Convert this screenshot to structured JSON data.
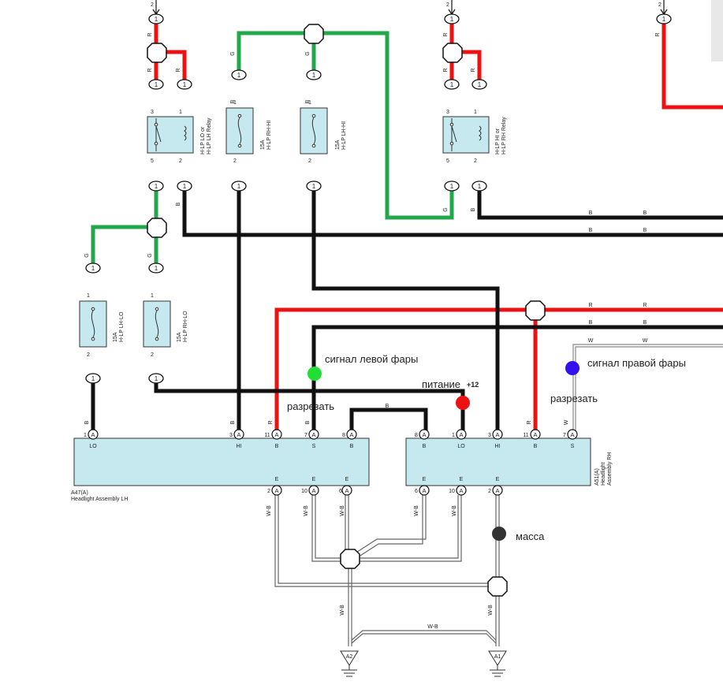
{
  "colors": {
    "wire_red": "#ee1111",
    "wire_green": "#22a84a",
    "wire_black": "#111111",
    "component_fill": "#c6e9f0",
    "dot_left_signal": "#22dd33",
    "dot_power": "#ee1111",
    "dot_right_signal": "#3311ee",
    "dot_ground": "#333333"
  },
  "annotations": {
    "left_signal": "сигнал левой фары",
    "right_signal": "сигнал правой фары",
    "power": "питание",
    "power_value": "+12",
    "cut_left": "разрезать",
    "cut_right": "разрезать",
    "ground": "масса"
  },
  "relays": {
    "left_name": "H-LP LO or",
    "left_name2": "H-LP LH Relay",
    "right_name": "H-LP HI or",
    "right_name2": "H-LP RH Relay"
  },
  "fuses": {
    "rh_hi": "15A",
    "rh_hi_name": "H-LP RH-HI",
    "lh_hi": "15A",
    "lh_hi_name": "H-LP LH-HI",
    "lh_lo": "15A",
    "lh_lo_name": "H-LP LH-LO",
    "rh_lo": "15A",
    "rh_lo_name": "H-LP RH-LO"
  },
  "assemblies": {
    "left_code": "A47(A)",
    "left_name": "Headlight Assembly LH",
    "left_pins_top": [
      "LO",
      "HI",
      "B",
      "S",
      "B"
    ],
    "left_pins_bottom": [
      "E",
      "E",
      "E"
    ],
    "right_code": "A51(A)",
    "right_name": "Headlight",
    "right_name2": "Assembly RH",
    "right_pins_top": [
      "B",
      "LO",
      "HI",
      "B",
      "S"
    ],
    "right_pins_bottom": [
      "E",
      "E",
      "E"
    ]
  },
  "wire_labels": {
    "R": "R",
    "G": "G",
    "B": "B",
    "W": "W",
    "WB": "W-B"
  },
  "connector": {
    "one": "1",
    "A": "A"
  },
  "grounds": {
    "left": "A2",
    "right": "A1"
  },
  "pin_numbers": {
    "n1": "1",
    "n2": "2",
    "n3": "3",
    "n5": "5",
    "n6": "6",
    "n7": "7",
    "n8": "8",
    "n10": "10",
    "n11": "11"
  }
}
